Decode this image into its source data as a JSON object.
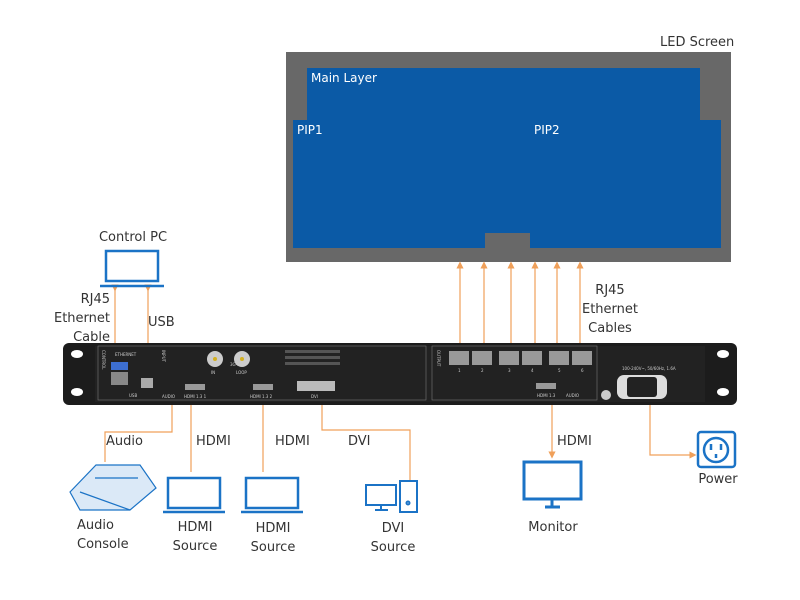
{
  "led_screen": {
    "label": "LED Screen",
    "main_layer": "Main Layer",
    "pip1": "PIP1",
    "pip2": "PIP2"
  },
  "labels": {
    "control_pc": "Control PC",
    "rj45_cable": [
      "RJ45",
      "Ethernet",
      "Cable"
    ],
    "usb": "USB",
    "rj45_cables": [
      "RJ45",
      "Ethernet",
      "Cables"
    ],
    "audio": "Audio",
    "hdmi1": "HDMI",
    "hdmi2": "HDMI",
    "dvi": "DVI",
    "hdmi_out": "HDMI",
    "audio_console": [
      "Audio",
      "Console"
    ],
    "hdmi_source1": [
      "HDMI",
      "Source"
    ],
    "hdmi_source2": [
      "HDMI",
      "Source"
    ],
    "dvi_source": [
      "DVI",
      "Source"
    ],
    "monitor": "Monitor",
    "power": "Power"
  },
  "device": {
    "control": "CONTROL",
    "ethernet": "ETHERNET",
    "usb": "USB",
    "input": "INPUT",
    "in": "IN",
    "loop": "LOOP",
    "sdi": "3G-SDI",
    "audio_in": "AUDIO",
    "hdmi_in1": "HDMI 1.3 1",
    "hdmi_in2": "HDMI 1.3 2",
    "dvi": "DVI",
    "output": "OUTPUT",
    "ports": [
      "1",
      "2",
      "3",
      "4",
      "5",
      "6"
    ],
    "hdmi_out": "HDMI 1.3",
    "audio_out": "AUDIO",
    "power_rating": "100-240V~, 50/60Hz, 1.6A"
  },
  "colors": {
    "cable": "#f0a05a",
    "icon": "#1b73c6",
    "layer": "#0b5aa6",
    "screen": "#686868"
  }
}
